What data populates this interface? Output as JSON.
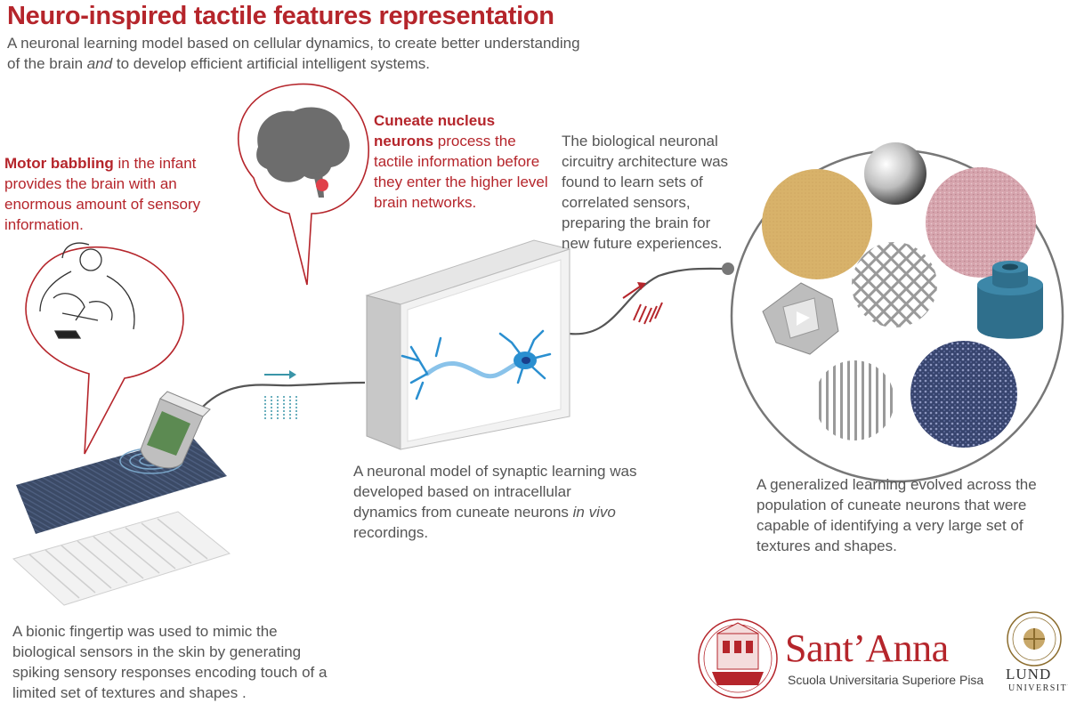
{
  "header": {
    "title": "Neuro-inspired tactile features representation",
    "subtitle_line1": "A neuronal learning model based on cellular dynamics, to create better understanding",
    "subtitle_line2_a": "of the brain ",
    "subtitle_line2_em": "and",
    "subtitle_line2_b": " to develop efficient artificial intelligent systems."
  },
  "motor_babbling": {
    "bold": "Motor babbling",
    "text": " in the infant provides the brain with an enormous amount of sensory information."
  },
  "cuneate": {
    "bold": "Cuneate nucleus neurons",
    "text": " process the tactile information before they enter the higher level brain networks."
  },
  "biological_circuitry": {
    "text": "The biological neuronal circuitry architecture was found to learn sets of correlated sensors, preparing the brain for new future experiences."
  },
  "neuronal_model": {
    "text": "A neuronal model of synaptic learning was developed based on intracellular dynamics from cuneate neurons ",
    "em": "in vivo",
    "tail": " recordings."
  },
  "generalized": {
    "text": "A generalized learning evolved across the population of cuneate neurons that were capable of identifying a very large set of textures and shapes."
  },
  "bionic": {
    "text": "A bionic fingertip was used to mimic the biological sensors in the skin by generating spiking sensory responses encoding touch of a limited set of textures and shapes ."
  },
  "logos": {
    "santanna_name": "Sant’Anna",
    "santanna_sub": "Scuola Universitaria Superiore Pisa",
    "lund_name": "LUND",
    "lund_sub": "UNIVERSITY"
  },
  "icons": [
    "brain-icon",
    "neuron-icon",
    "infant-babbling-illustration",
    "bionic-fingertip-illustration",
    "sphere-icon",
    "icosahedron-icon",
    "cylinder-cap-icon",
    "texture-disc",
    "mesh-grid-disc",
    "stripes-disc"
  ],
  "colors": {
    "accent": "#b5252b",
    "text": "#555555",
    "neuron": "#2a8fd0",
    "denim": "#3a4a6c",
    "cylinder": "#2f6f8c"
  }
}
